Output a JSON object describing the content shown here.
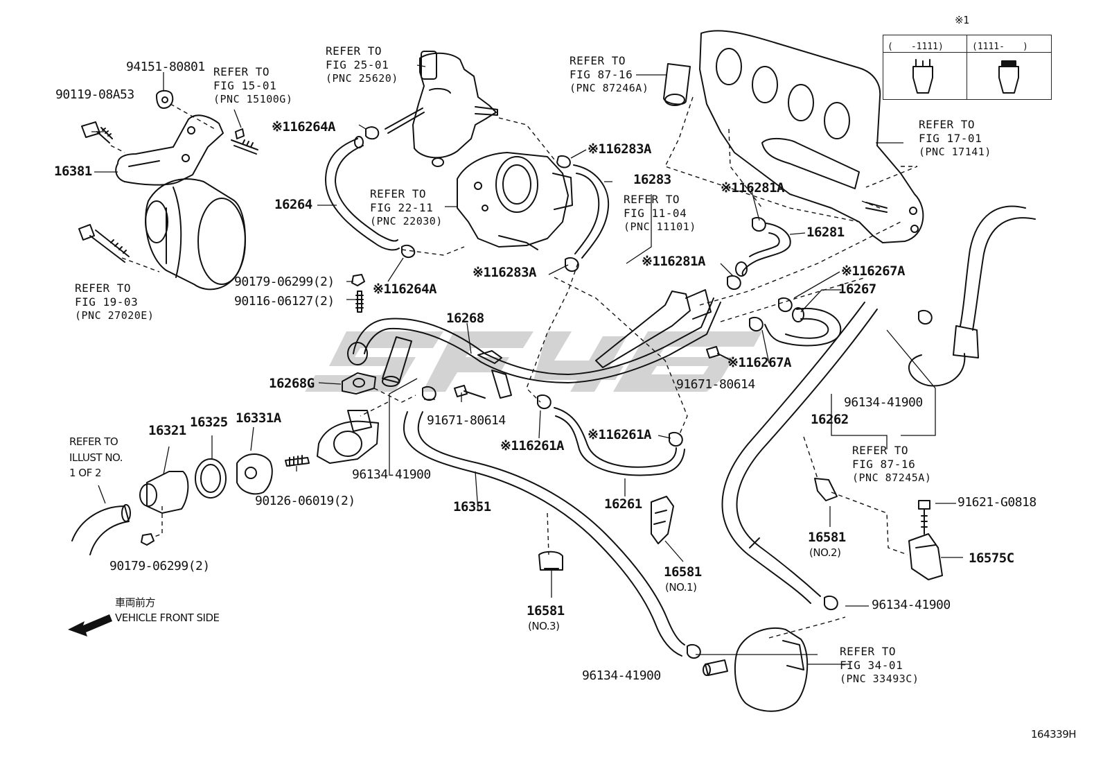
{
  "legend": {
    "mark": "※1",
    "col_left": "(　　-1111)",
    "col_right": "(1111-　　)"
  },
  "parts": {
    "p94151": "94151-80801",
    "p90119": "90119-08A53",
    "p16381": "16381",
    "p16264": "16264",
    "p16264A_top": "※116264A",
    "p16264A_bot": "※116264A",
    "p16283A_top": "※116283A",
    "p16283": "16283",
    "p16283A_bot": "※116283A",
    "p16281A_top": "※116281A",
    "p16281": "16281",
    "p16281A_bot": "※116281A",
    "p16267A_top": "※116267A",
    "p16267": "16267",
    "p16267A_bot": "※116267A",
    "p16268": "16268",
    "p16268G": "16268G",
    "p90179a": "90179-06299(2)",
    "p90116": "90116-06127(2)",
    "p91671a": "91671-80614",
    "p91671b": "91671-80614",
    "p16321": "16321",
    "p16325": "16325",
    "p16331A": "16331A",
    "p90126": "90126-06019(2)",
    "p96134a": "96134-41900",
    "p16351": "16351",
    "p16261A_a": "※116261A",
    "p16261A_b": "※116261A",
    "p16261": "16261",
    "p16262": "16262",
    "p96134b": "96134-41900",
    "p16581_1": "16581",
    "p16581_1n": "(NO.1)",
    "p16581_2": "16581",
    "p16581_2n": "(NO.2)",
    "p16581_3": "16581",
    "p16581_3n": "(NO.3)",
    "p91621": "91621-G0818",
    "p16575C": "16575C",
    "p96134c": "96134-41900",
    "p96134d": "96134-41900",
    "p90179b": "90179-06299(2)"
  },
  "refs": {
    "r25_1": "REFER TO",
    "r25_2": "FIG 25-01",
    "r25_3": "(PNC 25620)",
    "r15_1": "REFER TO",
    "r15_2": "FIG 15-01",
    "r15_3": "(PNC 15100G)",
    "r87a_1": "REFER TO",
    "r87a_2": "FIG 87-16",
    "r87a_3": "(PNC 87246A)",
    "r17_1": "REFER TO",
    "r17_2": "FIG 17-01",
    "r17_3": "(PNC 17141)",
    "r22_1": "REFER TO",
    "r22_2": "FIG 22-11",
    "r22_3": "(PNC 22030)",
    "r11_1": "REFER TO",
    "r11_2": "FIG 11-04",
    "r11_3": "(PNC 11101)",
    "r19_1": "REFER TO",
    "r19_2": "FIG 19-03",
    "r19_3": "(PNC 27020E)",
    "r87b_1": "REFER TO",
    "r87b_2": "FIG 87-16",
    "r87b_3": "(PNC 87245A)",
    "r34_1": "REFER TO",
    "r34_2": "FIG 34-01",
    "r34_3": "(PNC 33493C)",
    "illust_1": "REFER TO",
    "illust_2": "ILLUST NO.",
    "illust_3": "1 OF 2"
  },
  "front": {
    "jp": "車両前方",
    "en": "VEHICLE FRONT SIDE"
  },
  "watermark": "SF46",
  "figure_id": "164339H"
}
